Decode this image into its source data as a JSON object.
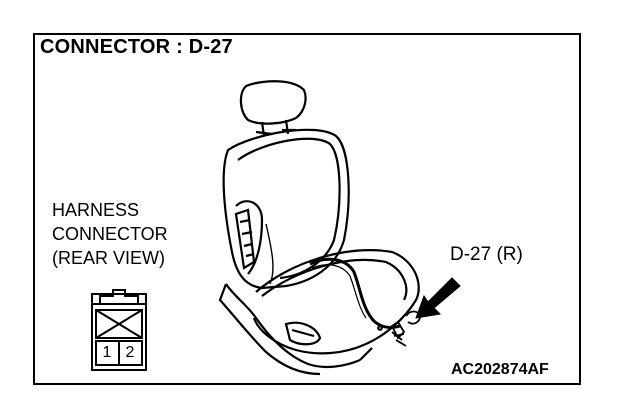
{
  "title": "CONNECTOR : D-27",
  "harness_label": {
    "line1": "HARNESS",
    "line2": "CONNECTOR",
    "line3": "(REAR VIEW)"
  },
  "connector_id": "D-27 (R)",
  "figure_code": "AC202874AF",
  "connector_pins": [
    "1",
    "2"
  ],
  "colors": {
    "line": "#000000",
    "background": "#ffffff"
  }
}
